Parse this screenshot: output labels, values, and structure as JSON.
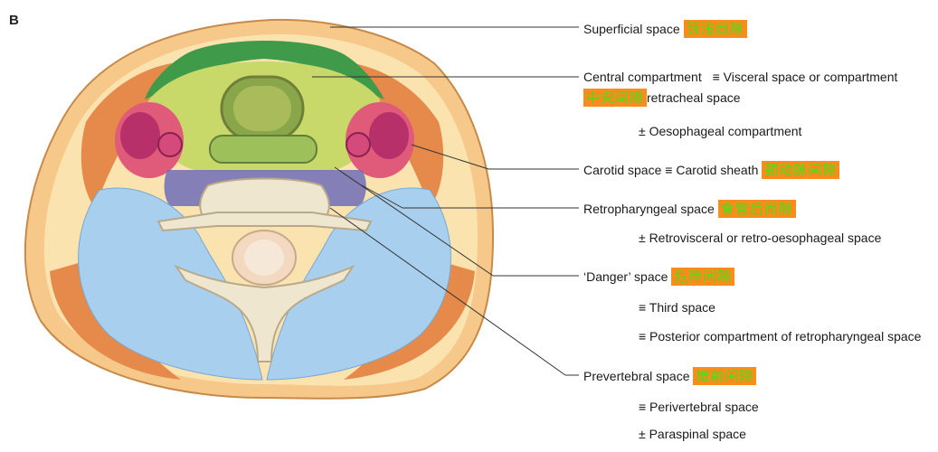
{
  "panel_letter": "B",
  "labels": {
    "superficial": "Superficial space",
    "superficial_cn": "颈浅间隙",
    "central": "Central compartment",
    "central_eq": "≡  Visceral space or compartment",
    "central_cn": "中央间隙",
    "pretracheal": "retracheal space",
    "oesophageal": "±  Oesophageal compartment",
    "carotid": "Carotid space  ≡  Carotid sheath",
    "carotid_cn": "颈动脉间隙",
    "retropharyngeal": "Retropharyngeal space",
    "retropharyngeal_cn": "食管后间隙",
    "retrovisceral": "±  Retrovisceral or retro-oesophageal space",
    "danger": "‘Danger’ space",
    "danger_cn": "危险间隙",
    "third": "≡  Third space",
    "posterior": "≡  Posterior compartment of retropharyngeal space",
    "prevertebral": "Prevertebral space",
    "prevertebral_cn": "椎前间隙",
    "perivertebral": "≡  Perivertebral space",
    "paraspinal": "±  Paraspinal space"
  },
  "colors": {
    "skin": "#f6c98a",
    "fat": "#fbe3b0",
    "muscle": "#e58a4a",
    "strap_muscle": "#3f9a4a",
    "visceral": "#c8d96a",
    "prevertebral_muscle": "#a8d0ee",
    "bone": "#efe6cf",
    "carotid_outer": "#e05a7a",
    "retropharyngeal": "#6f6fb8",
    "highlight_bg": "#ff8c1a",
    "highlight_text": "#3fe21a"
  }
}
